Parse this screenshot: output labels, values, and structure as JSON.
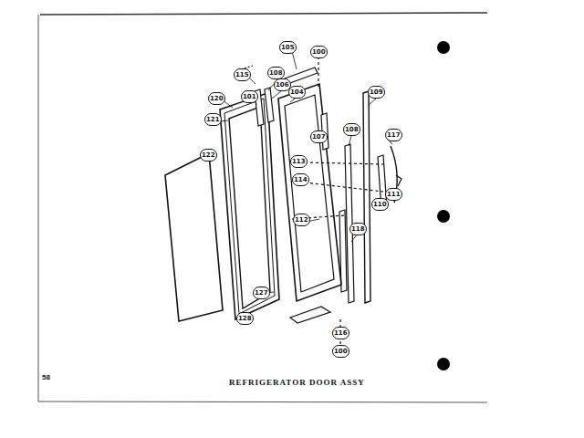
{
  "diagram": {
    "title": "REFRIGERATOR DOOR ASSY",
    "labels": [
      "115",
      "105",
      "100",
      "101",
      "108",
      "106",
      "104",
      "120",
      "121",
      "122",
      "107",
      "109",
      "108",
      "113",
      "114",
      "117",
      "111",
      "110",
      "112",
      "118",
      "127",
      "128",
      "116",
      "100",
      "58"
    ]
  }
}
